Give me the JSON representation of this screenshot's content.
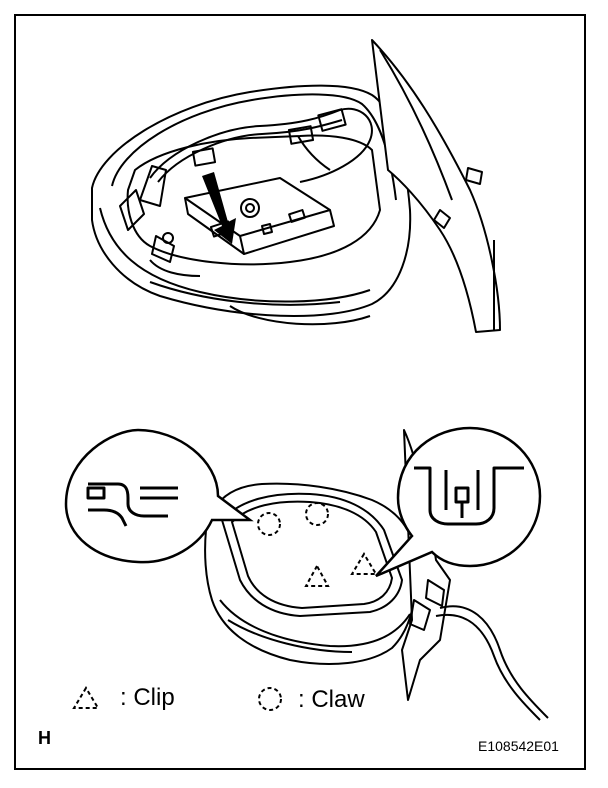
{
  "legend": {
    "clip_label": ": Clip",
    "claw_label": ": Claw"
  },
  "corner_mark": "H",
  "figure_code": "E108542E01",
  "icons": {
    "clip": "triangle-dashed-icon",
    "claw": "circle-dashed-icon"
  }
}
